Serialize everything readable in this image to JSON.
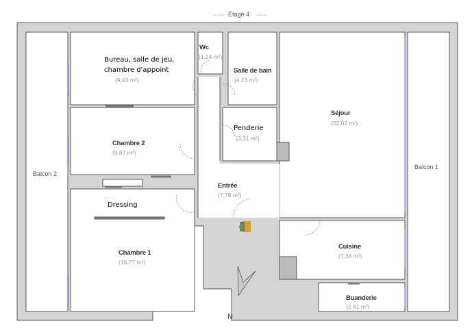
{
  "plan": {
    "title": "Étage 4",
    "title_decoration": "-----",
    "compass_label": "N",
    "colors": {
      "wall": "#d4d4d4",
      "wall_outline": "#555555",
      "window": "#9a9ae0"
    }
  },
  "rooms": {
    "bureau": {
      "name_line1": "Bureau, salle de jeu,",
      "name_line2": "chambre d'appoint",
      "area": "(9,43 m²)"
    },
    "wc": {
      "name": "Wc",
      "area": "(1,24 m²)"
    },
    "salle_de_bain": {
      "name": "Salle de bain",
      "area": "(4,13 m²)"
    },
    "penderie": {
      "name": "Penderie",
      "area": "(3,31 m²)"
    },
    "sejour": {
      "name": "Séjour",
      "area": "(22,02 m²)"
    },
    "chambre2": {
      "name": "Chambre 2",
      "area": "(9,87 m²)"
    },
    "balcon2": {
      "name": "Balcon 2"
    },
    "balcon1": {
      "name": "Balcon 1"
    },
    "entree": {
      "name": "Entrée",
      "area": "(7,79 m²)"
    },
    "dressing": {
      "name": "Dressing"
    },
    "chambre1": {
      "name": "Chambre 1",
      "area": "(16,77 m²)"
    },
    "cuisine": {
      "name": "Cuisine",
      "area": "(7,34 m²)"
    },
    "buanderie": {
      "name": "Buanderie",
      "area": "(2,41 m²)"
    }
  }
}
